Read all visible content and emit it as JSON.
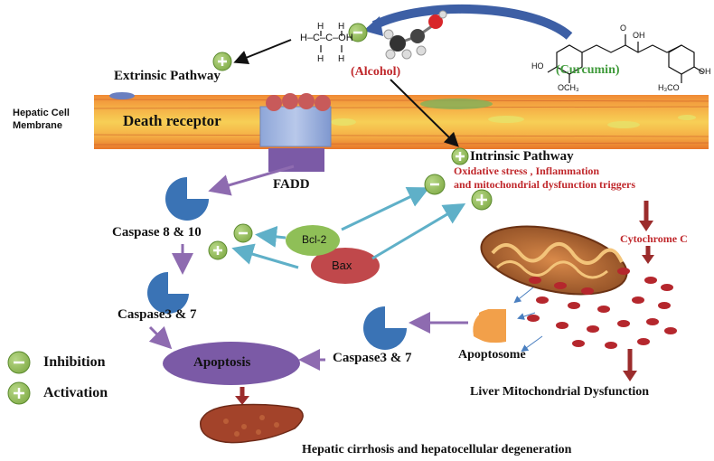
{
  "labels": {
    "alcohol": "(Alcohol)",
    "curcumin": "(Curcumin)",
    "extrinsic": "Extrinsic Pathway",
    "intrinsic": "Intrinsic Pathway",
    "oxidative_line1": "Oxidative stress , Inflammation",
    "oxidative_line2": "and mitochondrial dysfunction triggers",
    "hepatic_membrane_1": "Hepatic Cell",
    "hepatic_membrane_2": "Membrane",
    "death_receptor": "Death receptor",
    "fadd": "FADD",
    "caspase_8_10": "Caspase 8 & 10",
    "caspase_3_7_left": "Caspase3 & 7",
    "caspase_3_7_mid": "Caspase3 & 7",
    "bcl2": "Bcl-2",
    "bax": "Bax",
    "cytochrome_c": "Cytochrome C",
    "apoptosome": "Apoptosome",
    "apoptosis": "Apoptosis",
    "liver_mito_dysfunction": "Liver Mitochondrial Dysfunction",
    "hepatic_cirrhosis": "Hepatic cirrhosis  and hepatocellular degeneration",
    "ethanol_formula": "H–C–C–OH",
    "methoxy_left": "OCH₃",
    "methoxy_right": "H₃CO",
    "hydroxy_left": "HO",
    "hydroxy_right": "OH",
    "hydroxy_top": "OH",
    "keto": "O"
  },
  "legend": [
    {
      "symbol": "minus",
      "label": "Inhibition"
    },
    {
      "symbol": "plus",
      "label": "Activation"
    }
  ],
  "colors": {
    "green_node": "#8dba4e",
    "purple_arrow": "#8e6bb0",
    "teal_arrow": "#5fb0c8",
    "dark_red": "#9b2c2c",
    "caspase_blue": "#3a73b5",
    "bcl2_green": "#8fbf57",
    "bax_red": "#c0484b",
    "apoptosis_purple": "#7b5aa6",
    "apoptosome_orange": "#f2a04a",
    "membrane_orange": "#e8812e"
  }
}
